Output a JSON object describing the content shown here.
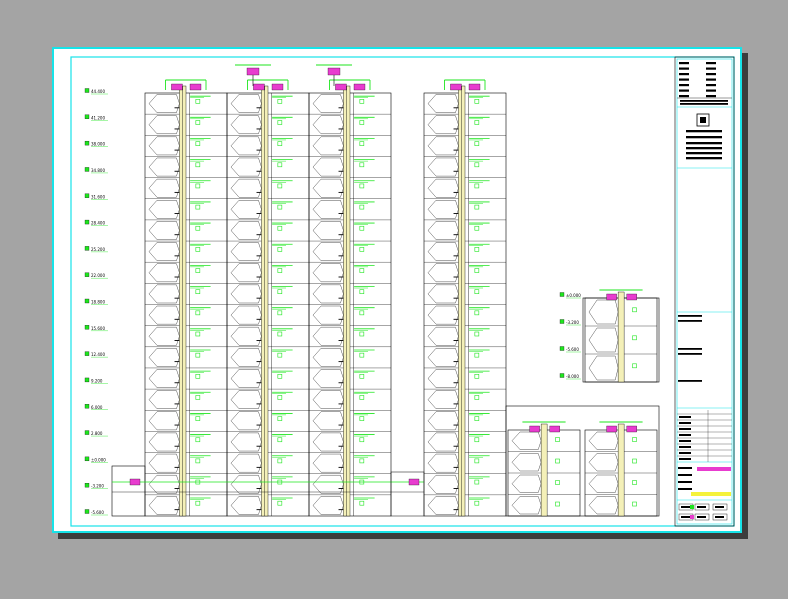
{
  "drawing": {
    "colors": {
      "background": "#a4a4a4",
      "paper": "#ffffff",
      "frame": "#17e3e8",
      "line": "#000000",
      "accent": "#1ee61e",
      "pipe": "#f4f0b8",
      "highlight": "#e83ccf",
      "note": "#f5f23a"
    },
    "levels": [
      "44.400",
      "41.200",
      "38.000",
      "34.800",
      "31.600",
      "28.400",
      "25.200",
      "22.000",
      "18.800",
      "15.600",
      "12.400",
      "9.200",
      "6.000",
      "2.800",
      "±0.000",
      "-3.200",
      "-5.600"
    ],
    "small_block_levels": [
      "±0.000",
      "-3.200",
      "-5.600",
      "-8.000"
    ]
  }
}
